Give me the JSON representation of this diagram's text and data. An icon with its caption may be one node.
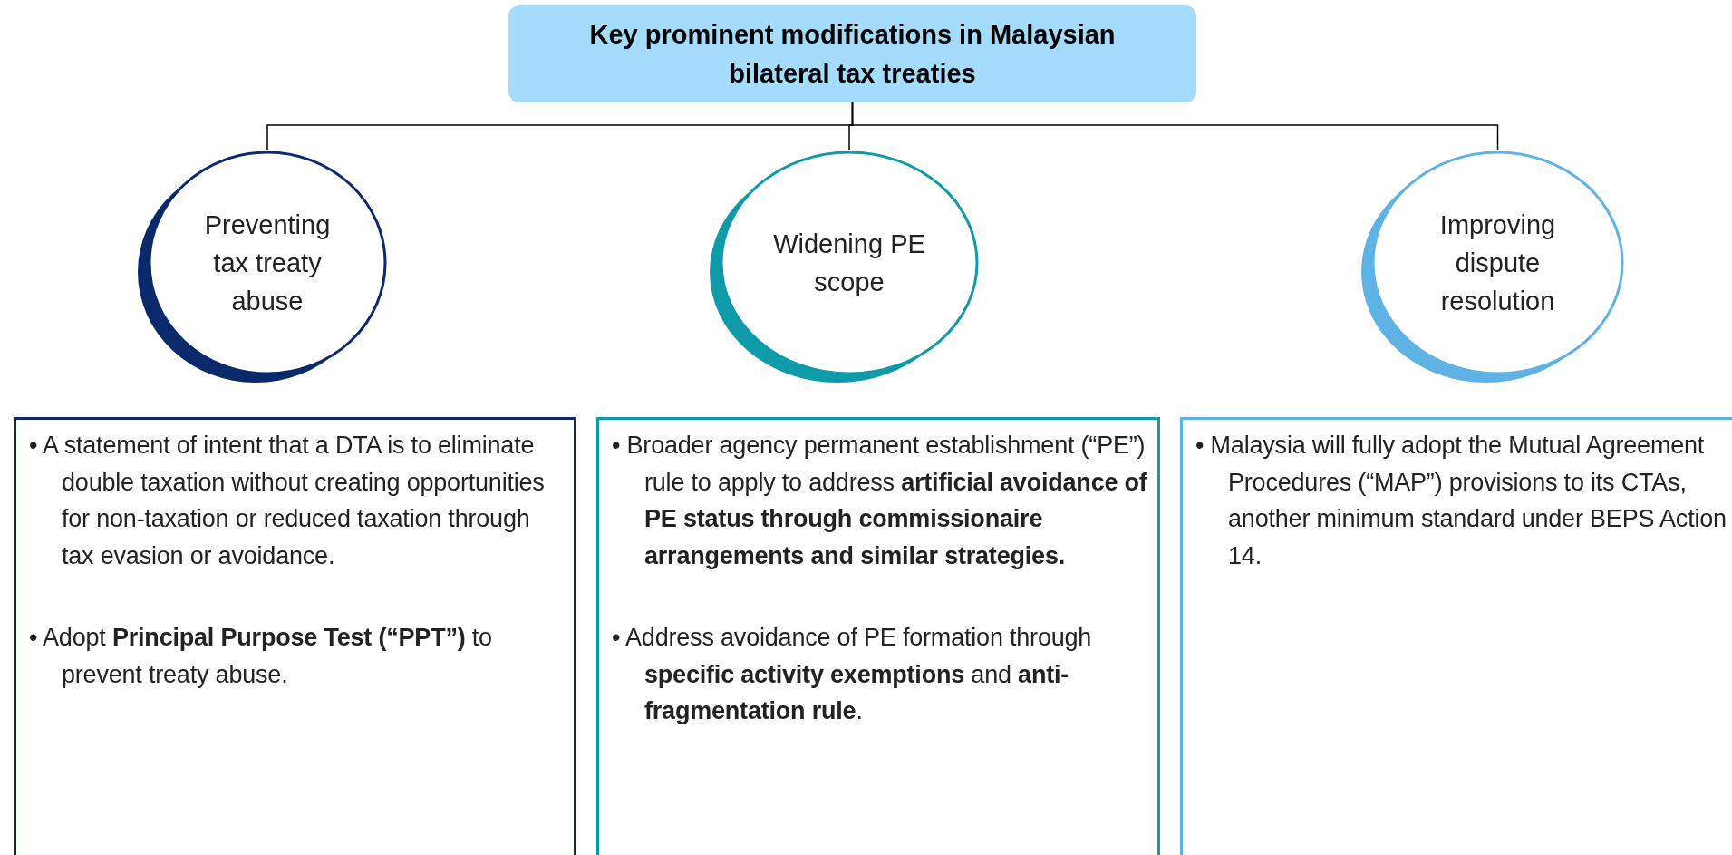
{
  "diagram": {
    "nodes": [
      {
        "text": [
          "Key prominent modifications in Malaysian bilateral tax treaties"
        ]
      },
      {
        "text": [
          "Preventing tax treaty abuse"
        ]
      },
      {
        "text": [
          "Widening PE scope"
        ]
      },
      {
        "text": [
          "Improving dispute resolution"
        ]
      },
      {
        "text": [
          "• A statement of intent that a DTA is to eliminate double taxation without creating opportunities for non-taxation or reduced taxation through tax evasion or avoidance.",
          "• Adopt **Principal Purpose Test (“PPT”)** to prevent treaty abuse."
        ]
      },
      {
        "text": [
          "• Broader agency permanent establishment (“PE”) rule to apply to address **artificial avoidance of PE status through commissionaire arrangements and similar strategies.**",
          "• Address avoidance of PE formation through **specific activity exemptions** and **anti-fragmentation rule**."
        ]
      },
      {
        "text": [
          "• Malaysia will fully adopt the Mutual Agreement Procedures (“MAP”) provisions to its CTAs, another minimum standard under BEPS Action 14."
        ]
      }
    ],
    "edges": [
      {
        "from": 0,
        "to": 1,
        "arrow": "none"
      },
      {
        "from": 0,
        "to": 2,
        "arrow": "none"
      },
      {
        "from": 0,
        "to": 3,
        "arrow": "none"
      }
    ]
  }
}
